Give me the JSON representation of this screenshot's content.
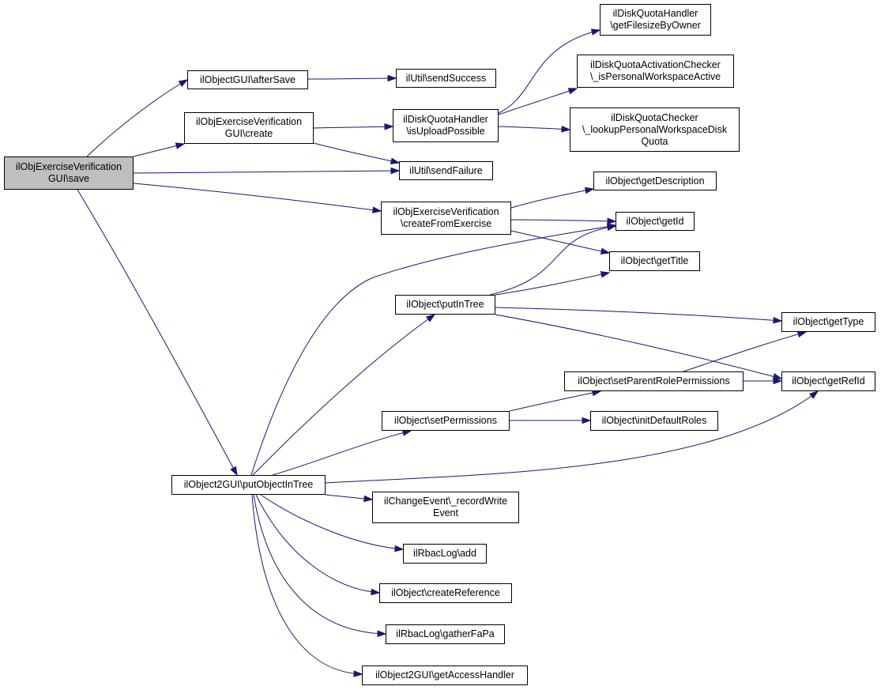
{
  "colors": {
    "edge": "#191970",
    "root_fill": "#bfbfbf",
    "node_fill": "#ffffff",
    "node_border": "#000000"
  },
  "nodes": {
    "root": "ilObjExerciseVerification\nGUI\\save",
    "afterSave": "ilObjectGUI\\afterSave",
    "sendSuccess": "ilUtil\\sendSuccess",
    "createGui": "ilObjExerciseVerification\nGUI\\create",
    "isUploadPossible": "ilDiskQuotaHandler\n\\isUploadPossible",
    "getFilesizeByOwner": "ilDiskQuotaHandler\n\\getFilesizeByOwner",
    "isPersonalWorkspaceActive": "ilDiskQuotaActivationChecker\n\\_isPersonalWorkspaceActive",
    "lookupPersonalWorkspaceDiskQuota": "ilDiskQuotaChecker\n\\_lookupPersonalWorkspaceDisk\nQuota",
    "sendFailure": "ilUtil\\sendFailure",
    "createFromExercise": "ilObjExerciseVerification\n\\createFromExercise",
    "getDescription": "ilObject\\getDescription",
    "getId": "ilObject\\getId",
    "getTitle": "ilObject\\getTitle",
    "putInTree": "ilObject\\putInTree",
    "getType": "ilObject\\getType",
    "setParentRolePermissions": "ilObject\\setParentRolePermissions",
    "getRefId": "ilObject\\getRefId",
    "setPermissions": "ilObject\\setPermissions",
    "initDefaultRoles": "ilObject\\initDefaultRoles",
    "putObjectInTree": "ilObject2GUI\\putObjectInTree",
    "recordWriteEvent": "ilChangeEvent\\_recordWrite\nEvent",
    "rbacAdd": "ilRbacLog\\add",
    "createReference": "ilObject\\createReference",
    "gatherFaPa": "ilRbacLog\\gatherFaPa",
    "getAccessHandler": "ilObject2GUI\\getAccessHandler"
  }
}
